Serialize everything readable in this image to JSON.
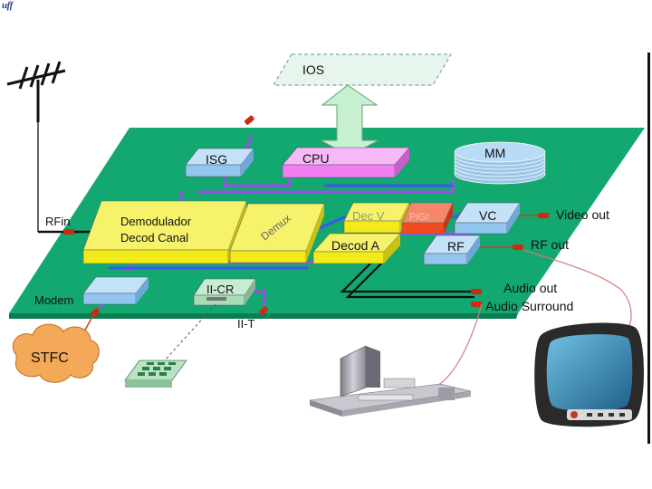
{
  "logo_text": "uff",
  "blocks": {
    "ios": "IOS",
    "cpu": "CPU",
    "mm": "MM",
    "isg": "ISG",
    "demodulador_line1": "Demodulador",
    "demodulador_line2": "Decod Canal",
    "demux": "Demux",
    "dec_v": "Dec V",
    "pig": "PiGr",
    "vc": "VC",
    "rf": "RF",
    "decod_a": "Decod A",
    "modem": "Modem",
    "ii_cr": "II-CR",
    "stfc": "STFC"
  },
  "connectors": {
    "rfin": "RFin",
    "video_out": "Video out",
    "rf_out": "RF out",
    "audio_out": "Audio out",
    "audio_surround": "Audio Surround",
    "ii_t": "II-T"
  },
  "colors": {
    "board": "#12a870",
    "block_yellow": "#f2ea19",
    "block_blue": "#92c6ee",
    "block_magenta": "#f27ef2",
    "block_red": "#f24b22",
    "bus_purple": "#9b4fe6",
    "bus_blue": "#3f56e8",
    "connector": "#cc2a12",
    "tv_body": "#2a2a2a",
    "tv_screen": "#2b83b0",
    "cloud": "#f3a958"
  }
}
